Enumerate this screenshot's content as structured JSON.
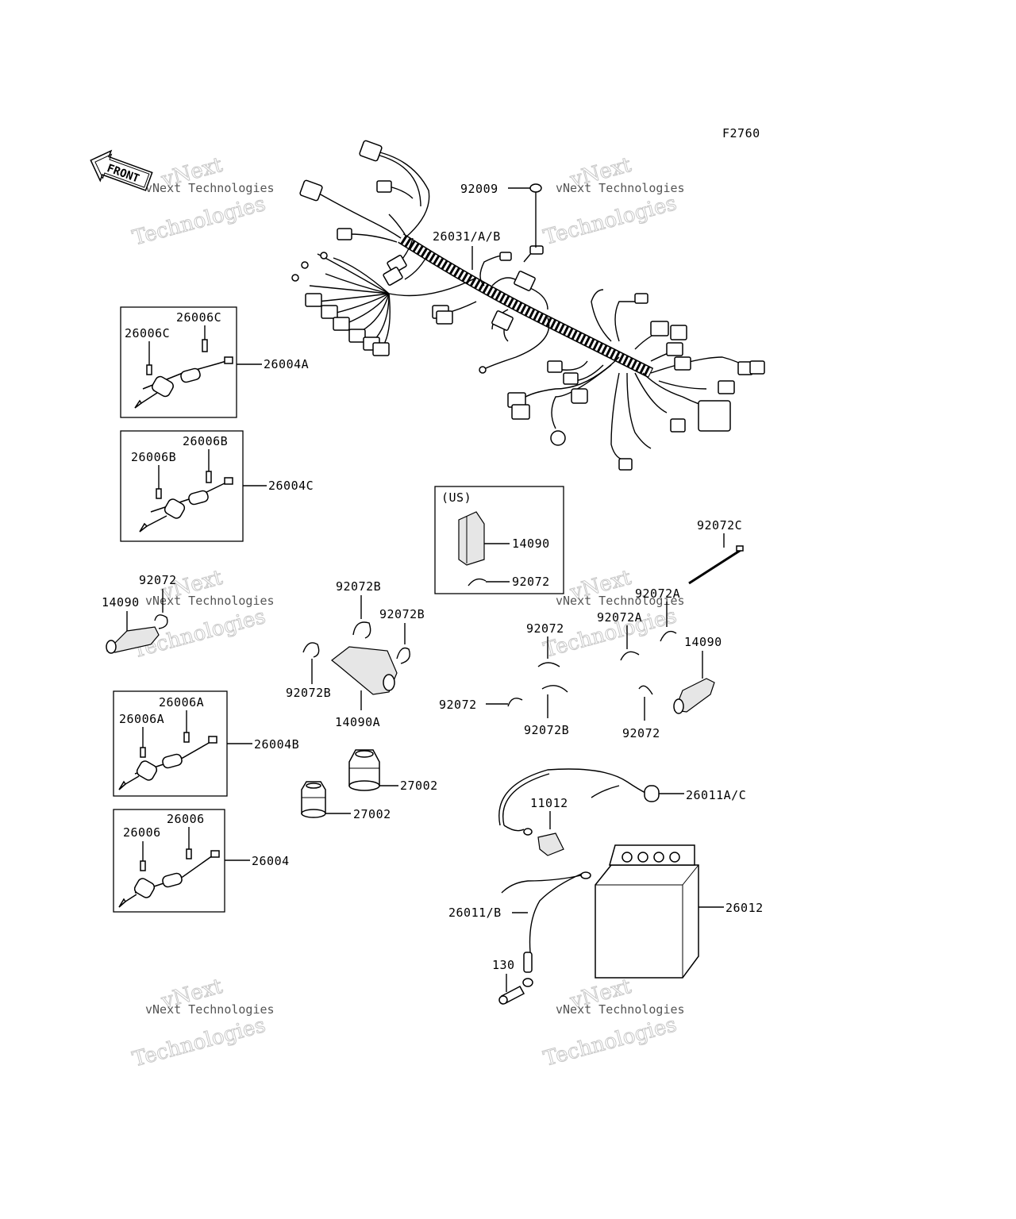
{
  "diagram": {
    "figure_code": "F2760",
    "front_label": "FRONT",
    "watermark": {
      "line_top": "vNext",
      "line_mid": "vNext Technologies",
      "line_bottom": "Technologies"
    },
    "labels": {
      "p92009": "92009",
      "p26031": "26031/A/B",
      "p26006C_a": "26006C",
      "p26006C_b": "26006C",
      "p26004A": "26004A",
      "p26006B_a": "26006B",
      "p26006B_b": "26006B",
      "p26004C": "26004C",
      "us": "(US)",
      "p14090_us": "14090",
      "p92072_us": "92072",
      "p92072C": "92072C",
      "p92072_left": "92072",
      "p14090_left": "14090",
      "p92072B_top": "92072B",
      "p92072B_right": "92072B",
      "p92072B_left": "92072B",
      "p14090A": "14090A",
      "p92072_mid": "92072",
      "p92072A_top": "92072A",
      "p92072A_mid": "92072A",
      "p14090_right": "14090",
      "p92072_lowleft": "92072",
      "p92072B_low": "92072B",
      "p92072_lowright": "92072",
      "p26006A_a": "26006A",
      "p26006A_b": "26006A",
      "p26004B": "26004B",
      "p27002_a": "27002",
      "p27002_b": "27002",
      "p26011AC": "26011A/C",
      "p11012": "11012",
      "p26006_a": "26006",
      "p26006_b": "26006",
      "p26004": "26004",
      "p26012": "26012",
      "p26011B": "26011/B",
      "p130": "130"
    }
  }
}
